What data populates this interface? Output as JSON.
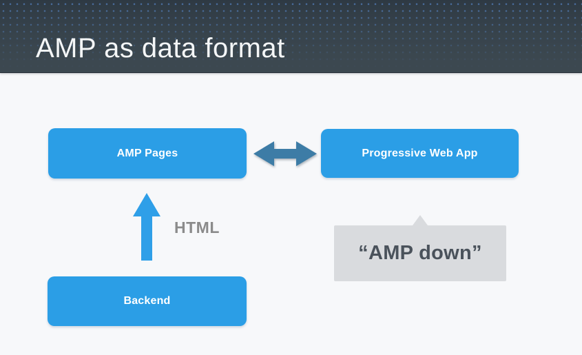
{
  "slide": {
    "title": "AMP as data format"
  },
  "diagram": {
    "nodes": [
      {
        "id": "amp-pages",
        "label": "AMP Pages"
      },
      {
        "id": "progressive-web-app",
        "label": "Progressive Web App"
      },
      {
        "id": "backend",
        "label": "Backend"
      }
    ],
    "edges": [
      {
        "from": "amp-pages",
        "to": "progressive-web-app",
        "type": "bidirectional-horizontal-arrow",
        "label": ""
      },
      {
        "from": "backend",
        "to": "amp-pages",
        "type": "up-arrow",
        "label": "HTML"
      }
    ],
    "callout": {
      "label": "“AMP down”",
      "points_to": "progressive-web-app"
    }
  },
  "colors": {
    "header_top": "#2e3943",
    "header_bottom": "#3d4951",
    "header_dot": "#4a6fa0",
    "title_text": "#f4f6f7",
    "body_bg": "#f7f8fa",
    "node_blue": "#2b9ee6",
    "node_text": "#ffffff",
    "sync_arrow_blue": "#3d7ca6",
    "up_arrow_blue": "#2f9fe8",
    "edge_label_gray": "#8b8b8b",
    "callout_bg": "#d9dbde",
    "callout_text": "#4a525b"
  }
}
